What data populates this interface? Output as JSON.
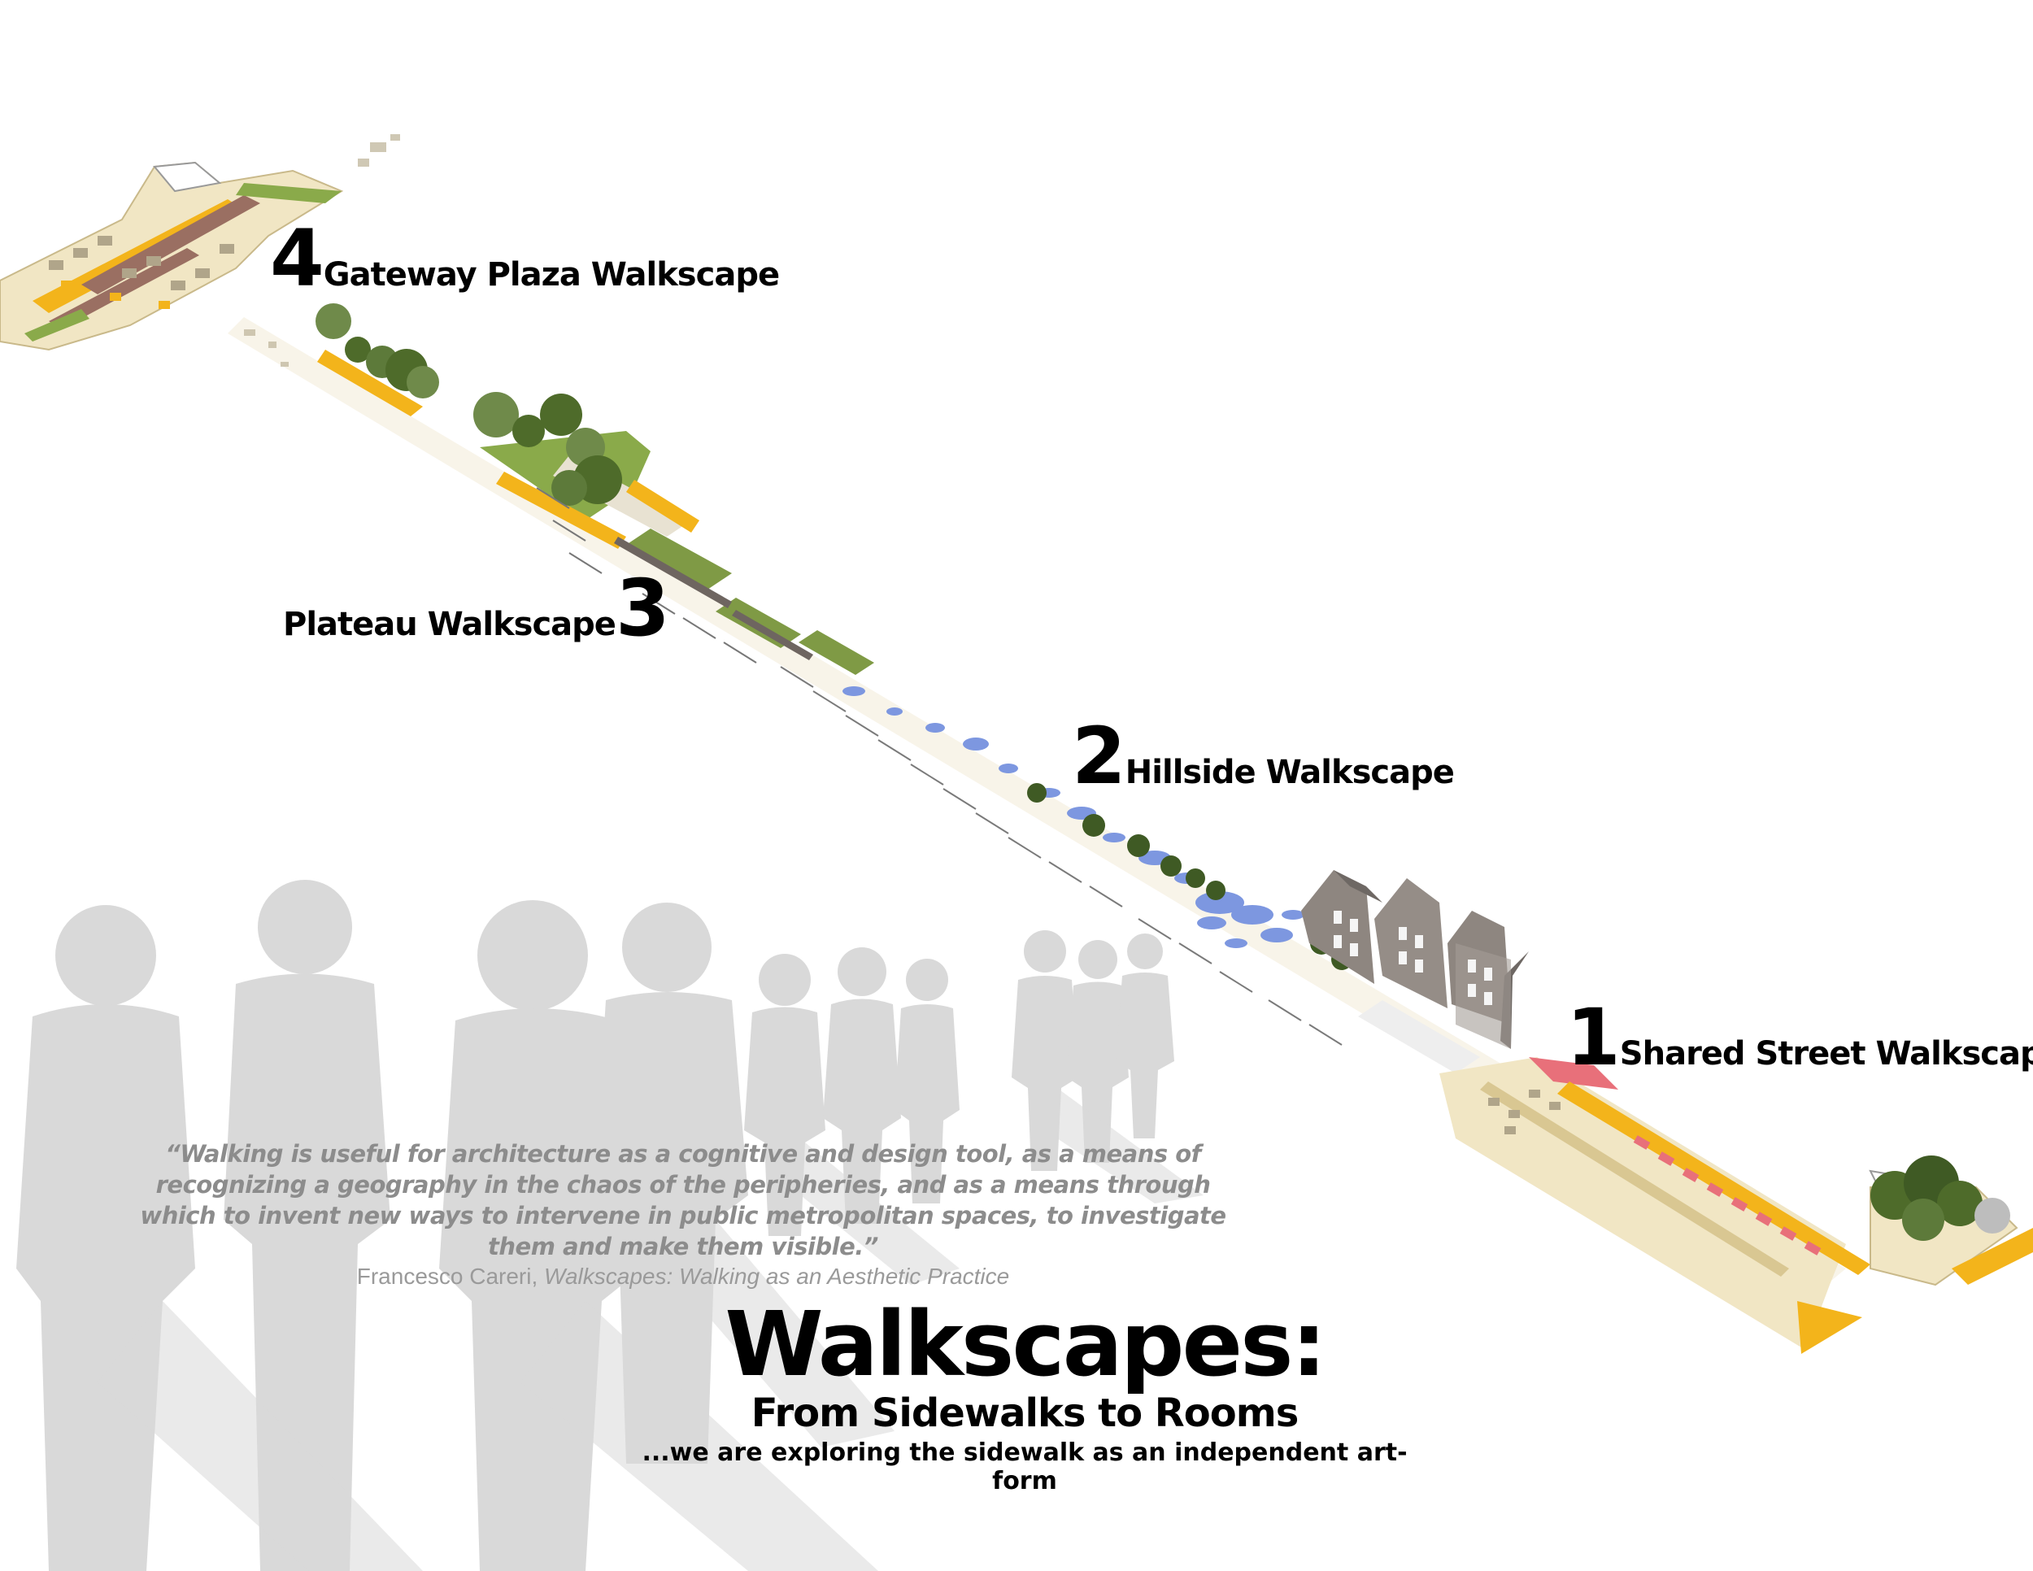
{
  "zones": [
    {
      "number": "4",
      "name": "Gateway Plaza Walkscape"
    },
    {
      "number": "3",
      "name": "Plateau Walkscape"
    },
    {
      "number": "2",
      "name": "Hillside Walkscape"
    },
    {
      "number": "1",
      "name": "Shared Street Walkscape"
    }
  ],
  "quote": {
    "text": "“Walking is useful for architecture as a cognitive and design tool, as a means of recognizing a geography in the chaos of the peripheries, and as a means through which to invent new ways to intervene in public metropolitan spaces, to investigate them and make them visible.”",
    "author": "Francesco Careri,",
    "source": "Walkscapes: Walking as an Aesthetic Practice"
  },
  "title": {
    "main": "Walkscapes:",
    "subtitle": "From Sidewalks to Rooms",
    "tagline": "...we are exploring the sidewalk as an independent art-form"
  },
  "colors": {
    "silhouette": "#d6d6d6",
    "paving": "#f1e6c4",
    "accent_yellow": "#f3b41b",
    "water_blue": "#7d97e0",
    "lawn_green": "#8aaa4a",
    "tree_green": "#4e6b2a",
    "building_gray": "#8e8680",
    "canopy_red": "#e8707a"
  }
}
